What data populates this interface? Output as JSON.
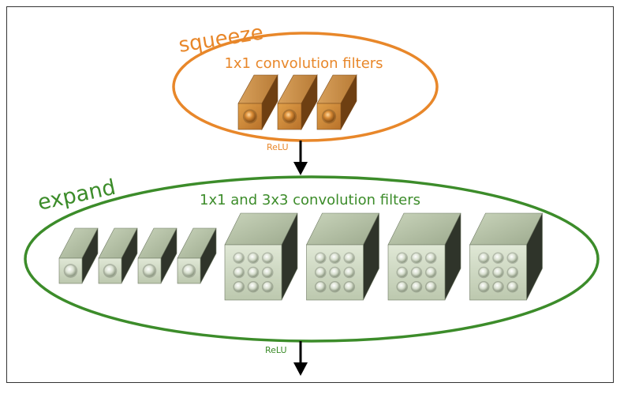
{
  "squeeze": {
    "title": "squeeze",
    "caption": "1x1 convolution filters",
    "activation": "ReLU",
    "filter_count": 3,
    "filter_kernel": "1x1",
    "color": "#e8872a",
    "filter_color": "#d08a3c"
  },
  "expand": {
    "title": "expand",
    "caption": "1x1 and 3x3 convolution filters",
    "activation": "ReLU",
    "filters_1x1_count": 4,
    "filters_3x3_count": 4,
    "color": "#3c8c2a",
    "filter_color": "#c7d3b8"
  }
}
